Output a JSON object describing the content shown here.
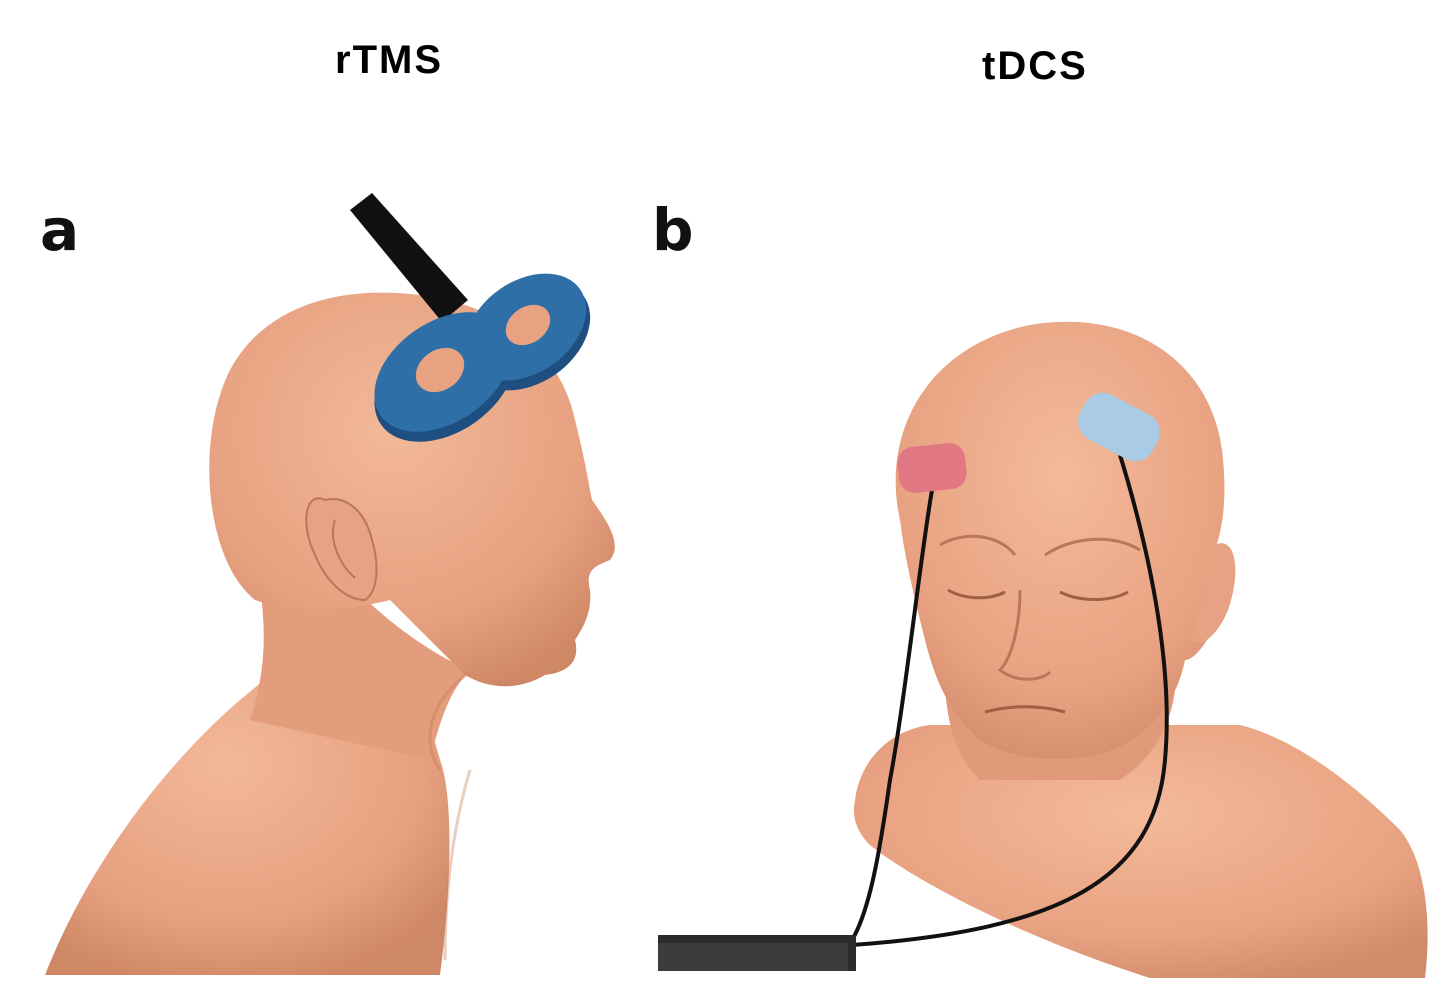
{
  "panels": [
    {
      "title": "rTMS",
      "label": "a"
    },
    {
      "title": "tDCS",
      "label": "b"
    }
  ],
  "colors": {
    "skin": "#eaa686",
    "skin_shadow": "#d08a6b",
    "coil": "#2f6fa8",
    "coil_dark": "#1f4f80",
    "handle": "#111111",
    "anode": "#e07782",
    "cathode": "#a9cbe6",
    "device": "#3a3d3b"
  },
  "icons": [
    "figure-eight-coil",
    "electrode-pad",
    "stimulator-box"
  ]
}
